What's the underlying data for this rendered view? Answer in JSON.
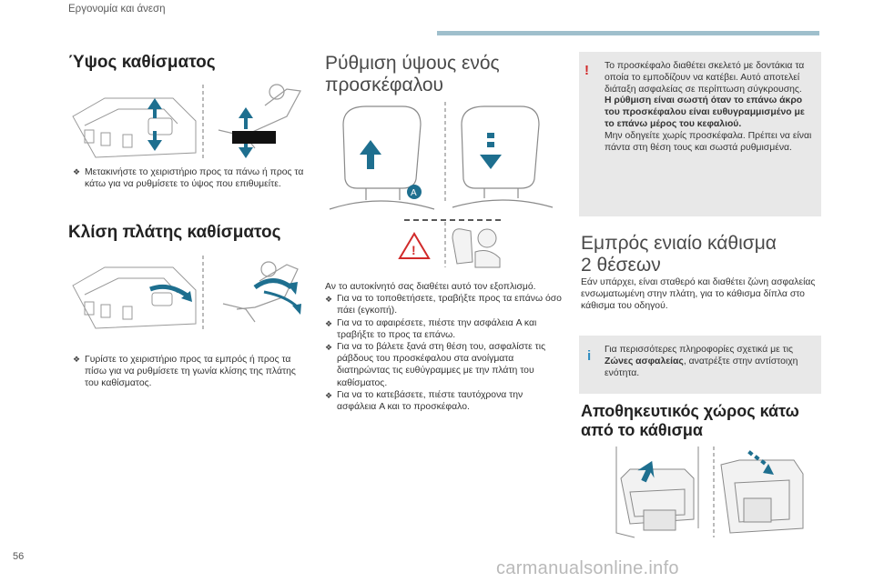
{
  "header": {
    "section": "Εργονομία και άνεση"
  },
  "page_number": "56",
  "watermark": "carmanualsonline.info",
  "col1": {
    "height_title": "Ύψος καθίσματος",
    "height_bullet": "Μετακινήστε το χειριστήριο προς τα πάνω ή προς τα κάτω για να ρυθμίσετε το ύψος που επιθυμείτε.",
    "recline_title": "Κλίση πλάτης καθίσματος",
    "recline_bullet": "Γυρίστε το χειριστήριο προς τα εμπρός ή προς τα πίσω για να ρυθμίσετε τη γωνία κλίσης της πλάτης του καθίσματος."
  },
  "col2": {
    "title_line1": "Ρύθμιση ύψους ενός",
    "title_line2": "προσκέφαλου",
    "fig_label": "A",
    "intro": "Αν το αυτοκίνητό σας διαθέτει αυτό τον εξοπλισμό.",
    "bullets": [
      "Για να το τοποθετήσετε, τραβήξτε προς τα επάνω όσο πάει (εγκοπή).",
      "Για να το αφαιρέσετε, πιέστε την ασφάλεια A και τραβήξτε το προς τα επάνω.",
      "Για να το βάλετε ξανά στη θέση του, ασφαλίστε τις ράβδους του προσκέφαλου στα ανοίγματα διατηρώντας τις ευθύγραμμες με την πλάτη του καθίσματος.",
      "Για να το κατεβάσετε, πιέστε ταυτόχρονα την ασφάλεια A και το προσκέφαλο."
    ]
  },
  "col3": {
    "warning_para1": "Το προσκέφαλο διαθέτει σκελετό με δοντάκια τα οποία το εμποδίζουν να κατέβει. Αυτό αποτελεί διάταξη ασφαλείας σε περίπτωση σύγκρουσης.",
    "warning_bold": "Η ρύθμιση είναι σωστή όταν το επάνω άκρο του προσκέφαλου είναι ευθυγραμμισμένο με το επάνω μέρος του κεφαλιού.",
    "warning_para2": "Μην οδηγείτε χωρίς προσκέφαλα. Πρέπει να είναι πάντα στη θέση τους και σωστά ρυθμισμένα.",
    "bench_title_line1": "Εμπρός ενιαίο κάθισμα",
    "bench_title_line2": "2 θέσεων",
    "bench_text": "Εάν υπάρχει, είναι σταθερό και διαθέτει ζώνη ασφαλείας ενσωματωμένη στην πλάτη, για το κάθισμα δίπλα στο κάθισμα του οδηγού.",
    "info_pre": "Για περισσότερες πληροφορίες σχετικά με τις",
    "info_bold": "Ζώνες ασφαλείας",
    "info_post": ", ανατρέξτε στην αντίστοιχη ενότητα.",
    "storage_title_line1": "Αποθηκευτικός χώρος κάτω",
    "storage_title_line2": "από το κάθισμα"
  },
  "colors": {
    "arrow_blue": "#1e6f8f",
    "accent_bar": "#9fbfcc",
    "warning_red": "#d12a2a",
    "info_blue": "#2f8cc0",
    "box_grey": "#e8e8e8"
  }
}
